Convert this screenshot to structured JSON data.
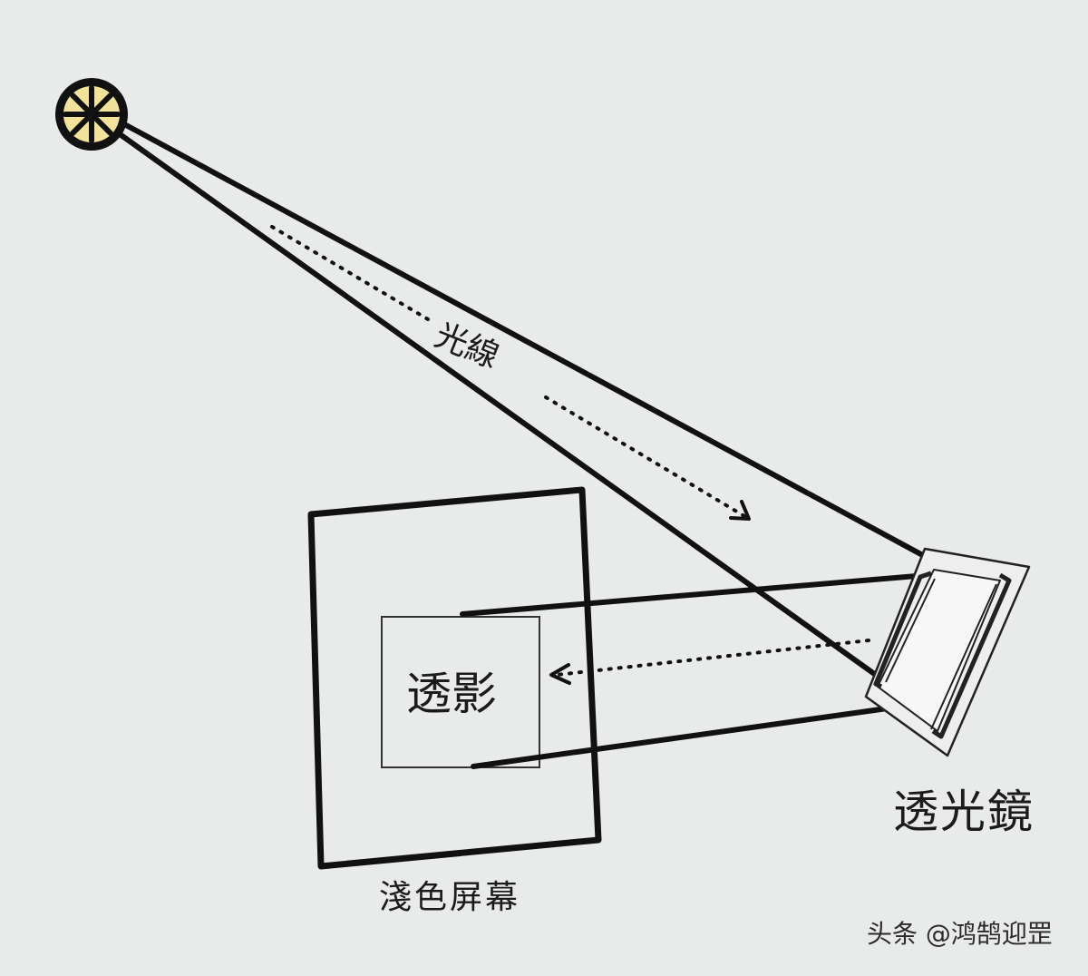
{
  "labels": {
    "ray": "光線",
    "projection": "透影",
    "lens": "透光鏡",
    "screen": "淺色屏幕"
  },
  "watermark": "头条 @鸿鹄迎罡",
  "colors": {
    "background": "#e9eaea",
    "ink": "#111111",
    "sun_fill": "#f3e39a"
  },
  "icons": {
    "light_source": "sun-icon"
  }
}
